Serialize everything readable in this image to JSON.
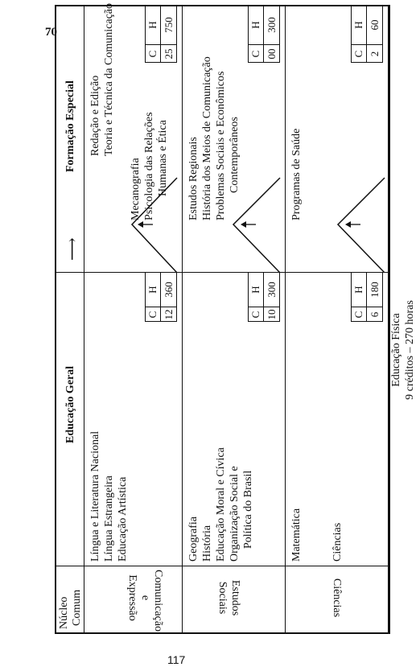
{
  "page": {
    "page_number_top": "70",
    "page_number_bottom": "117"
  },
  "table": {
    "headers": {
      "nucleo": "Núcleo",
      "comum": "Comum",
      "educacao_geral": "Educação Geral",
      "formacao_especial": "Formação Especial"
    },
    "rows": [
      {
        "nucleo_line1": "Comunicação",
        "nucleo_line2": "e",
        "nucleo_line3": "Expressão",
        "geral_items": [
          "Língua e Literatura Nacional",
          "Língua Estrangeira",
          "Educação Artística"
        ],
        "geral_C": "12",
        "geral_H": "360",
        "especial_items": [
          "Redação e Edição",
          "Teoria e Técnica da Comunicação",
          "",
          "Mecanografia",
          "Psicologia das Relações",
          "Humanas e Ética"
        ],
        "especial_C": "25",
        "especial_H": "750"
      },
      {
        "nucleo_line1": "Estudos",
        "nucleo_line2": "Sociais",
        "geral_items": [
          "Geografia",
          "História",
          "Educação Moral e Cívica",
          "Organização Social e",
          "Política do Brasil"
        ],
        "geral_C": "10",
        "geral_H": "300",
        "especial_items": [
          "Estudos Regionais",
          "História dos Meios de Comunicação",
          "Problemas Sociais e Econômicos",
          "Contemporâneos"
        ],
        "especial_C": "00",
        "especial_H": "300"
      },
      {
        "nucleo_line1": "Ciências",
        "geral_items": [
          "Matemática",
          "",
          "",
          "Ciências"
        ],
        "geral_C": "6",
        "geral_H": "180",
        "especial_items": [
          "Programas de Saúde"
        ],
        "especial_C": "2",
        "especial_H": "60"
      }
    ],
    "col_C": "C",
    "col_H": "H",
    "footer_line1": "Educação Física",
    "footer_line2": "9 créditos – 270 horas"
  }
}
